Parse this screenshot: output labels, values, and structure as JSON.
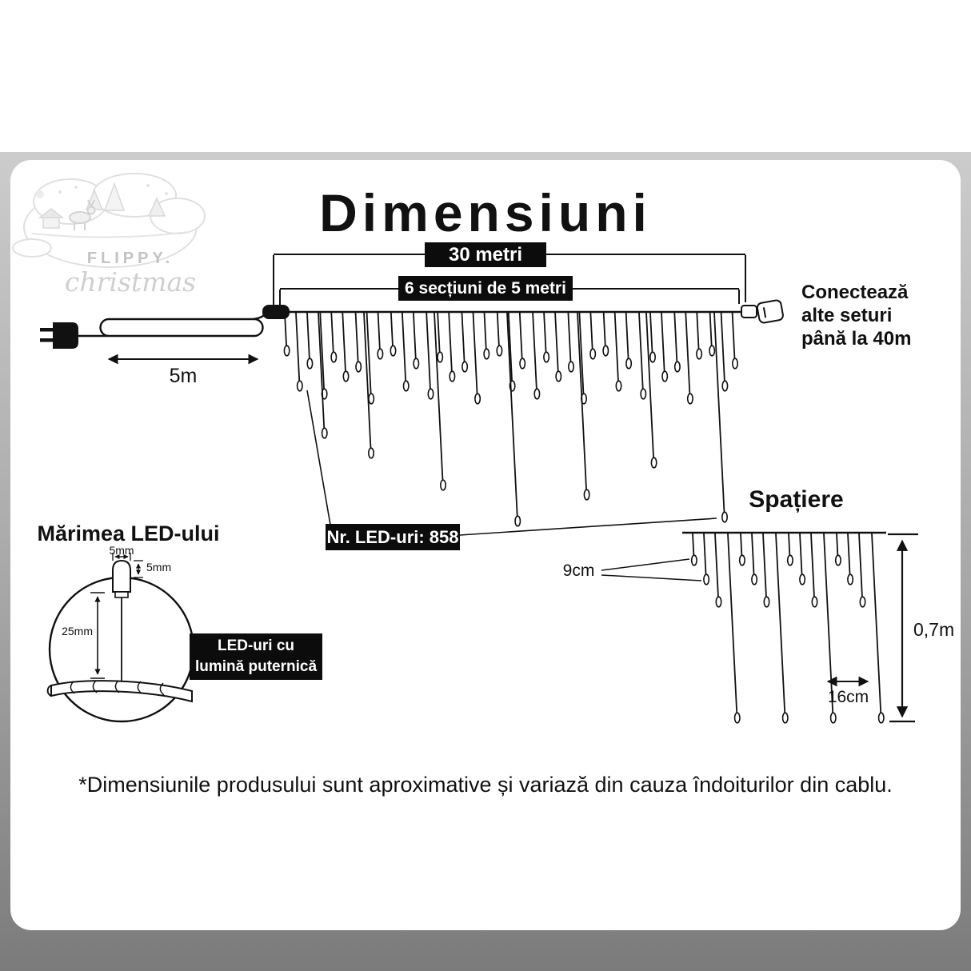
{
  "title": "Dimensiuni",
  "logo": {
    "brand": "FLIPPY.",
    "brand_script": "christmas"
  },
  "main_diagram": {
    "total_length_label": "30 metri",
    "sections_label": "6 secțiuni de 5 metri",
    "lead_label": "5m",
    "connect_note": "Conectează\nalte seturi\npână la 40m",
    "led_count_label": "Nr. LED-uri: 858"
  },
  "spacing_diagram": {
    "title": "Spațiere",
    "drop_gap_label": "9cm",
    "column_gap_label": "16cm",
    "drop_height_label": "0,7m"
  },
  "led_size_diagram": {
    "title": "Mărimea LED-ului",
    "bulb_width_label": "5mm",
    "bulb_height_label": "5mm",
    "module_height_label": "25mm",
    "description": "LED-uri cu lumină puternică"
  },
  "footer_note": "*Dimensiunile produsului sunt aproximative și variază din cauza îndoiturilor din cablu."
}
